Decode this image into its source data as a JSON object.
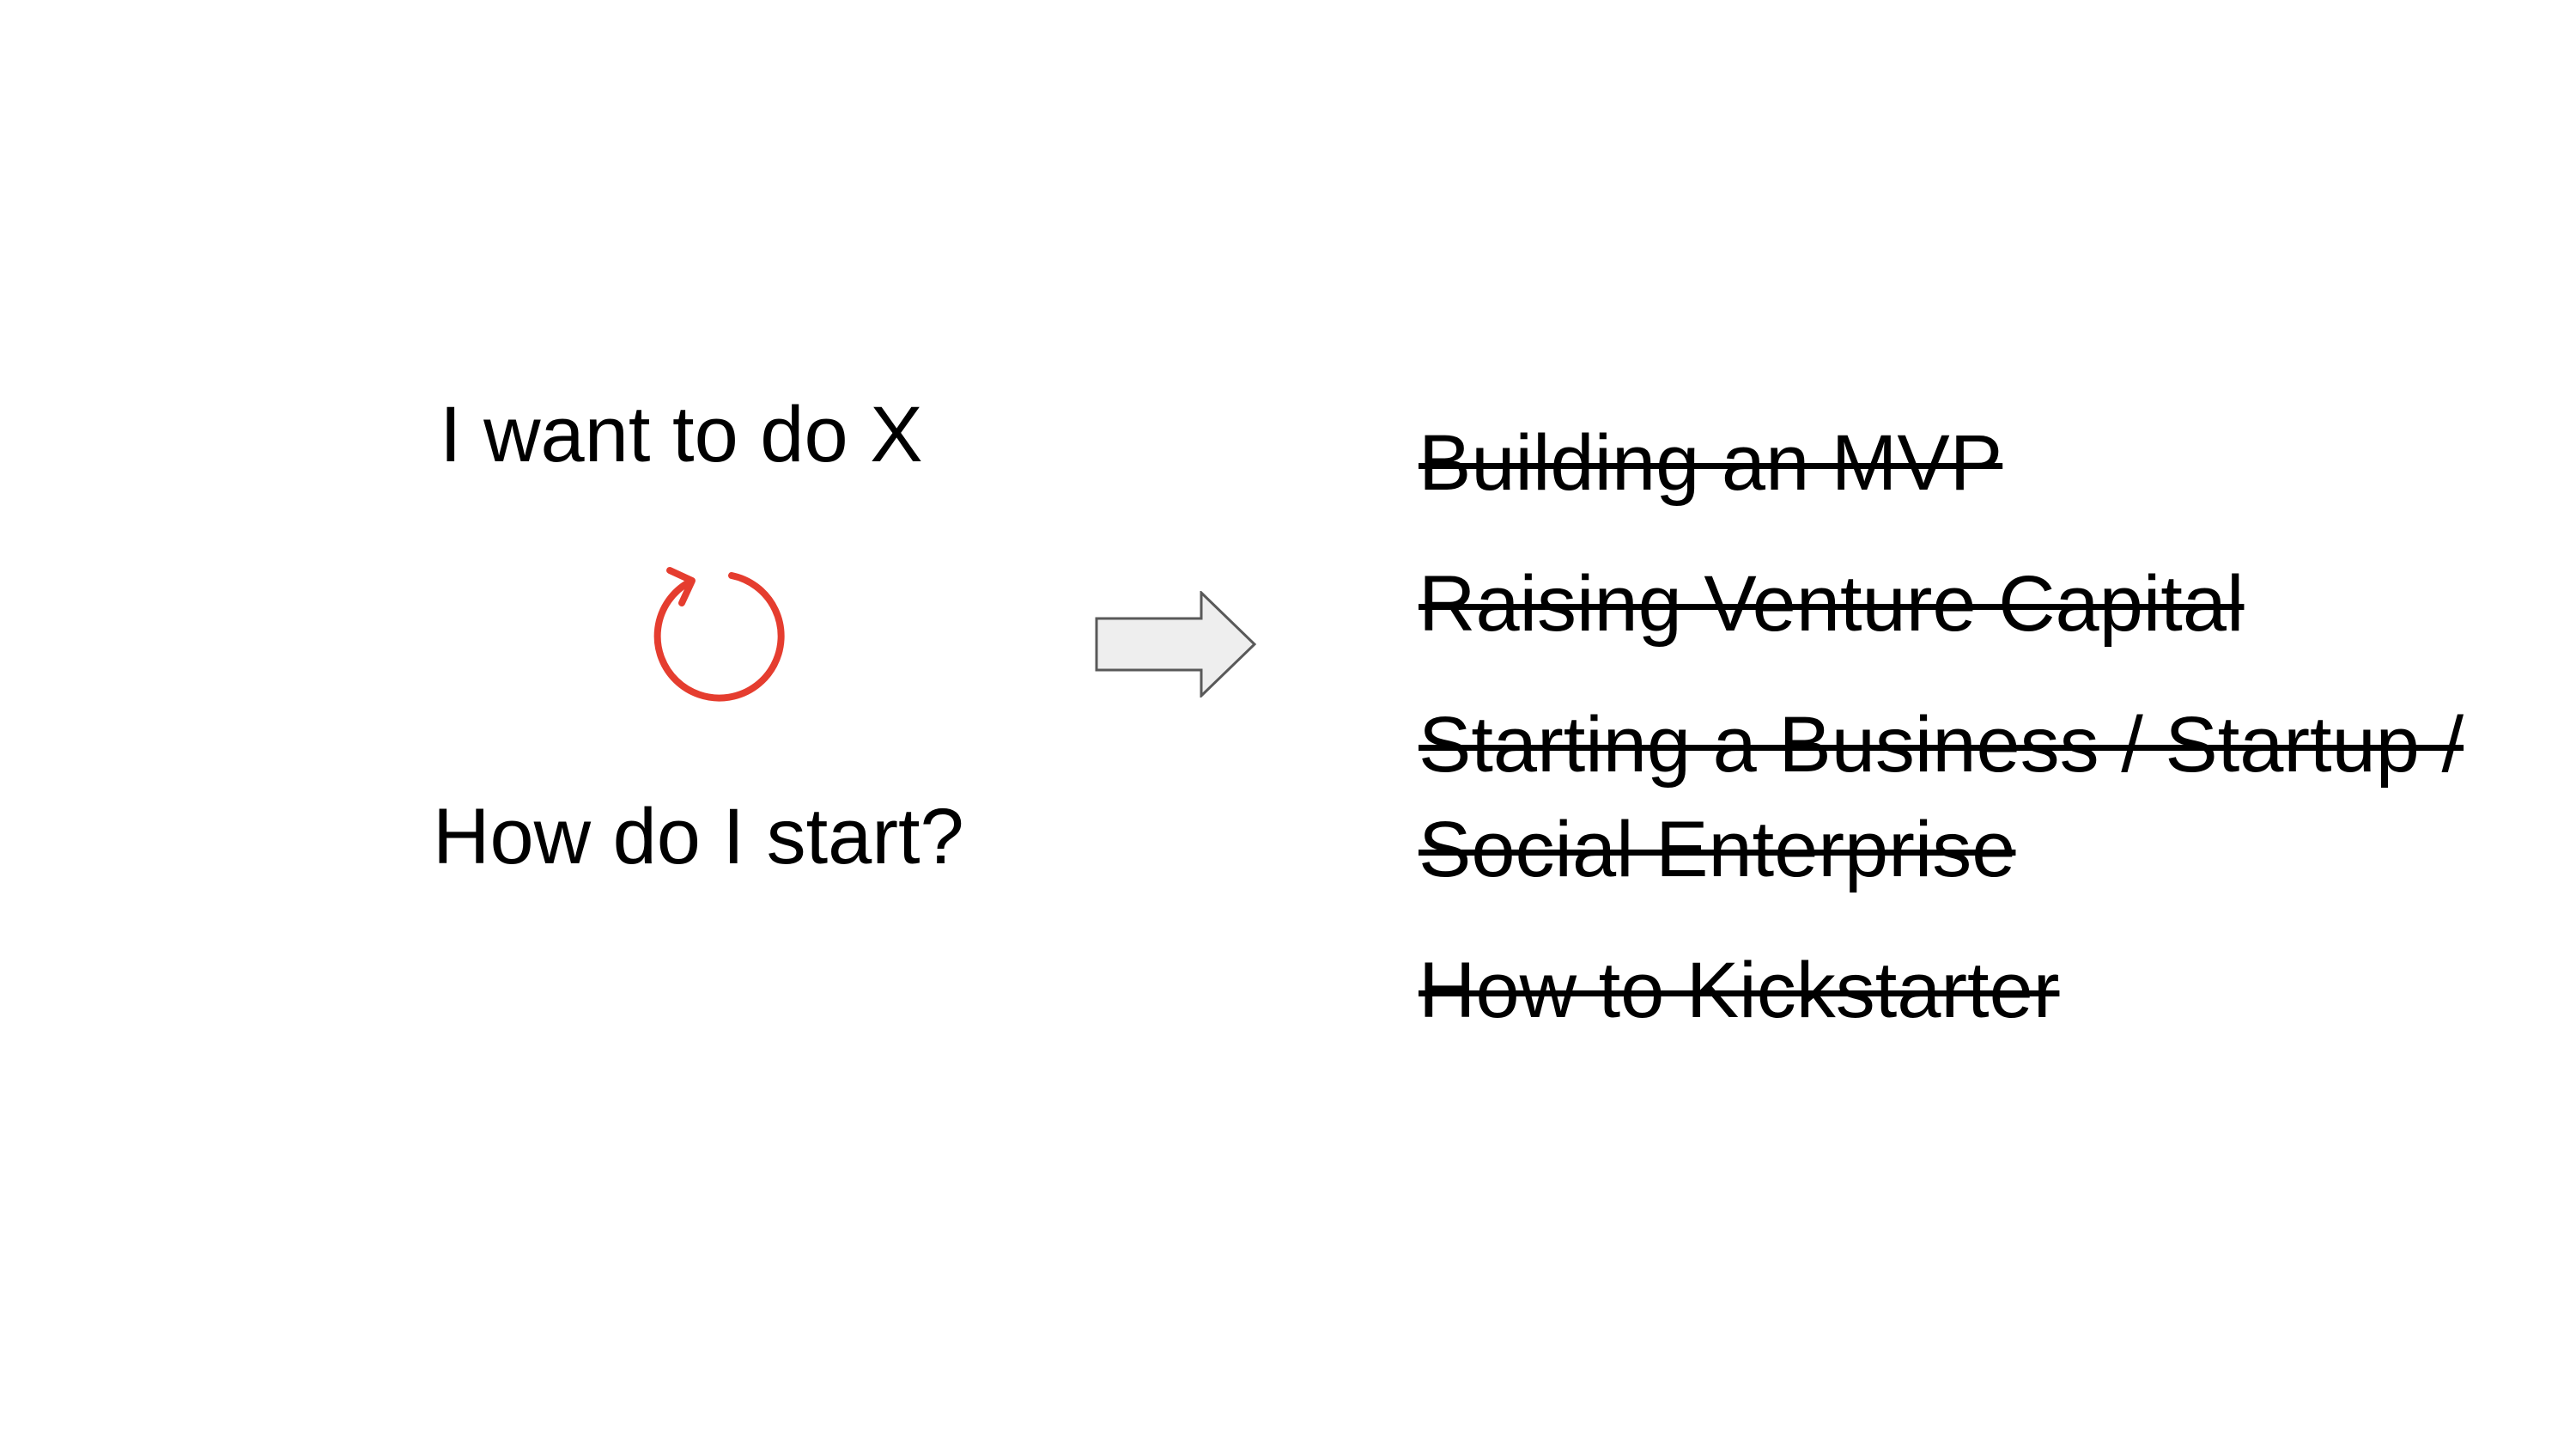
{
  "left": {
    "want": "I want to do X",
    "question": "How do I start?",
    "cycle_icon": "refresh-cycle-icon",
    "cycle_color": "#e53d2f"
  },
  "arrow": {
    "icon": "right-block-arrow-icon",
    "fill": "#eeeeee",
    "stroke": "#595959"
  },
  "struck_items": [
    "Building an MVP",
    "Raising Venture Capital",
    "Starting a Business / Startup / Social Enterprise",
    "How to Kickstarter"
  ]
}
